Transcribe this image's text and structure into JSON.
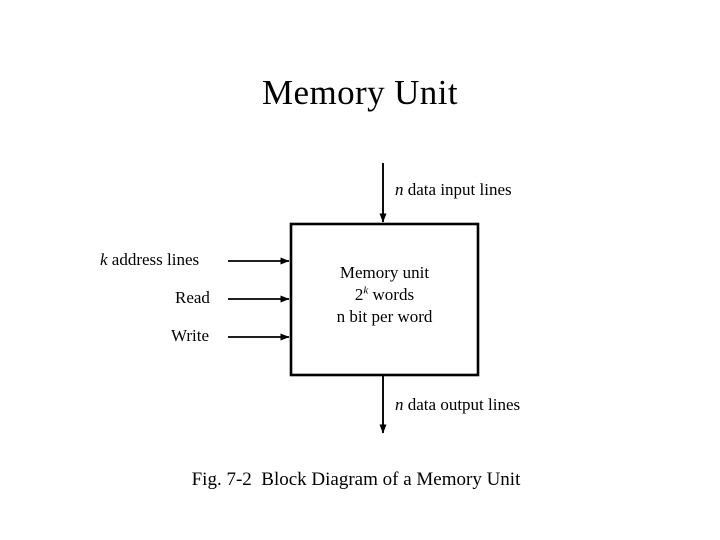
{
  "slide": {
    "title": "Memory Unit",
    "background_color": "#ffffff",
    "ink_color": "#000000"
  },
  "figure": {
    "caption": "Fig. 7-2  Block Diagram of a Memory Unit",
    "block": {
      "name": "memory-unit-block",
      "lines": [
        {
          "text": "Memory unit"
        },
        {
          "text": "2",
          "superscript": "k",
          "suffix": " words"
        },
        {
          "italic_prefix": "n",
          "text": " bit per word"
        }
      ],
      "line1": "Memory unit",
      "line2_base": "2",
      "line2_exp": "k",
      "line2_suffix": " words",
      "line3_prefix": "n",
      "line3_rest": " bit per word"
    },
    "inputs": {
      "data_in": {
        "italic": "n",
        "rest": " data input lines"
      },
      "address": {
        "italic": "k",
        "rest": " address lines"
      },
      "read": "Read",
      "write": "Write"
    },
    "outputs": {
      "data_out": {
        "italic": "n",
        "rest": " data output lines"
      }
    }
  }
}
